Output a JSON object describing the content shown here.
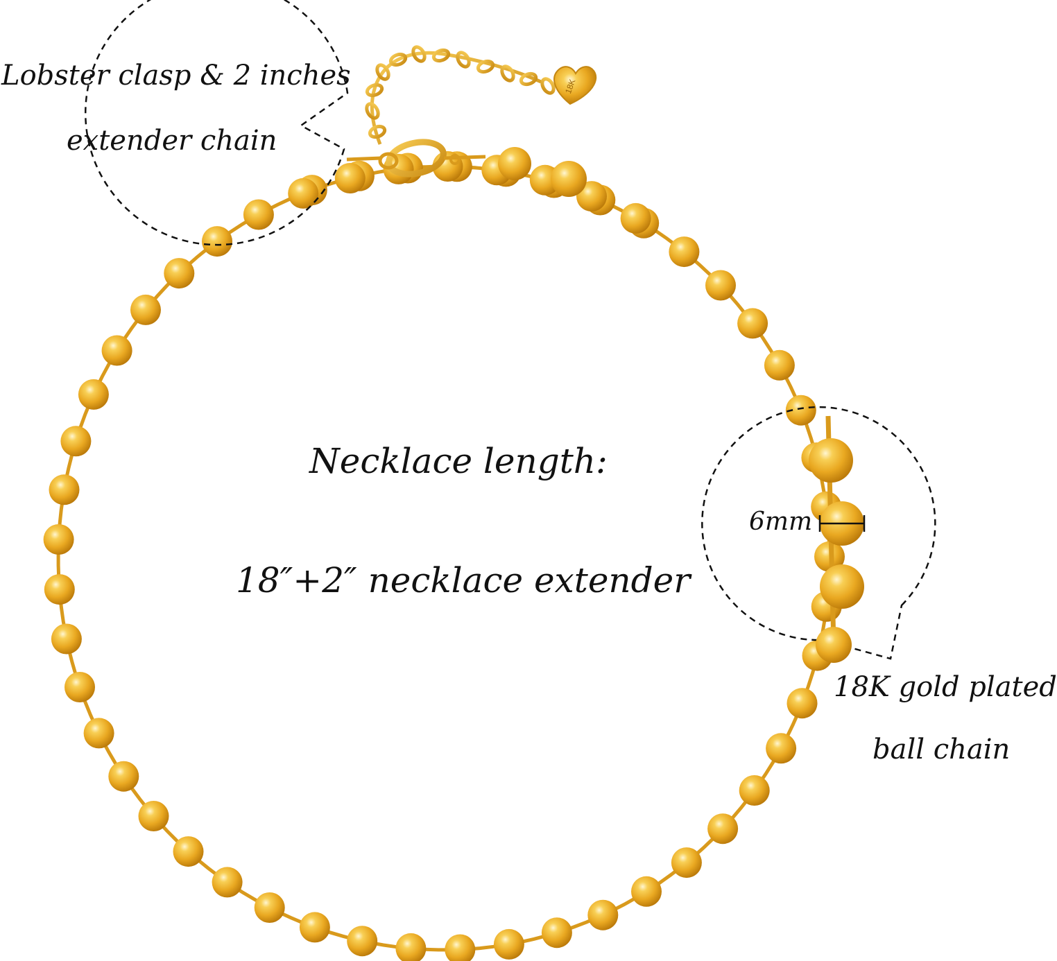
{
  "callouts": {
    "clasp": {
      "line1": "Lobster clasp & 2 inches",
      "line2": "extender chain"
    },
    "length": {
      "title": "Necklace length:",
      "value": "18″+2″ necklace extender"
    },
    "bead_size": "6mm",
    "plating": {
      "line1": "18K gold plated",
      "line2": "ball chain"
    }
  },
  "heart_tag_text": "18K",
  "colors": {
    "gold": "#e9a821",
    "gold_highlight": "#fff4c8",
    "gold_shadow": "#b87708",
    "dash_line": "#111111"
  }
}
